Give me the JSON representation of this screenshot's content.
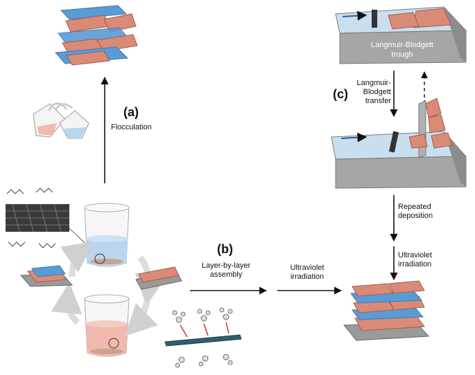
{
  "labels": {
    "a_letter": "(a)",
    "a_text": "Flocculation",
    "b_letter": "(b)",
    "b_text_line1": "Layer-by-layer",
    "b_text_line2": "assembly",
    "uv1_line1": "Ultraviolet",
    "uv1_line2": "irradiation",
    "c_letter": "(c)",
    "lb_transfer_line1": "Langmuir-",
    "lb_transfer_line2": "Blodgett",
    "lb_transfer_line3": "transfer",
    "trough_line1": "Langmuir-Blodgett",
    "trough_line2": "trough",
    "repeated_line1": "Repeated",
    "repeated_line2": "deposition",
    "uv2_line1": "Ultraviolet",
    "uv2_line2": "irradiation"
  },
  "colors": {
    "nanosheet": "#d98b78",
    "nanosheet_edge": "#a75a48",
    "polymer_blue": "#5b9bd5",
    "trough_top": "#c9dff0",
    "trough_side": "#8c8c8c",
    "trough_front": "#a6a6a6",
    "arrow": "#111111",
    "circle_arrow": "#d9d9d9",
    "substrate": "#9a9a9a",
    "dark_octahedra": "#3a3a3a"
  },
  "icons": [
    "beaker-icon",
    "pouring-beakers-icon",
    "octahedra-structure-icon",
    "polymer-chain-icon",
    "molecule-icon",
    "barrier-icon",
    "substrate-icon"
  ]
}
